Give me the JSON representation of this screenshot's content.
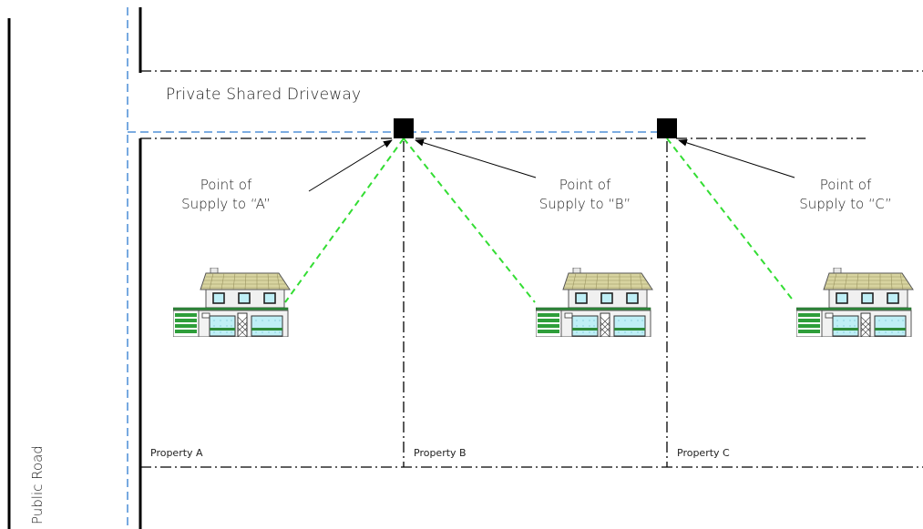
{
  "diagram": {
    "driveway_label": "Private Shared Driveway",
    "road_label": "Public Road",
    "supply_points": [
      {
        "label": "Point of\nSupply to “A”"
      },
      {
        "label": "Point of\nSupply to “B”"
      },
      {
        "label": "Point of\nSupply to “C”"
      }
    ],
    "properties": [
      {
        "label": "Property A"
      },
      {
        "label": "Property B"
      },
      {
        "label": "Property C"
      }
    ],
    "colors": {
      "service_cable": "#33dd33",
      "driveway_boundary": "#2e7bcf",
      "boundary_line": "#000000",
      "supply_box": "#000000"
    },
    "icons": {
      "house": "house-icon",
      "supply_point": "supply-box-icon"
    }
  }
}
